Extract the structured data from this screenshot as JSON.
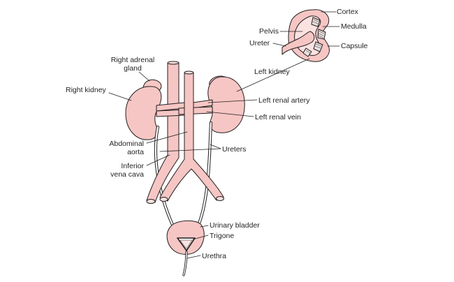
{
  "colors": {
    "tissue": "#f6c6c4",
    "tissue_light": "#fbe2e0",
    "outline": "#231f20",
    "background": "#ffffff"
  },
  "labels": {
    "cortex": "Cortex",
    "medulla": "Medulla",
    "pelvis": "Pelvis",
    "ureter": "Ureter",
    "capsule": "Capsule",
    "right_adrenal_gland_line1": "Right adrenal",
    "right_adrenal_gland_line2": "gland",
    "left_kidney": "Left kidney",
    "right_kidney": "Right kidney",
    "left_renal_artery": "Left renal artery",
    "left_renal_vein": "Left renal vein",
    "abdominal_aorta_line1": "Abdominal",
    "abdominal_aorta_line2": "aorta",
    "ureters": "Ureters",
    "inferior_vena_cava_line1": "Inferior",
    "inferior_vena_cava_line2": "vena cava",
    "urinary_bladder": "Urinary bladder",
    "trigone": "Trigone",
    "urethra": "Urethra"
  }
}
